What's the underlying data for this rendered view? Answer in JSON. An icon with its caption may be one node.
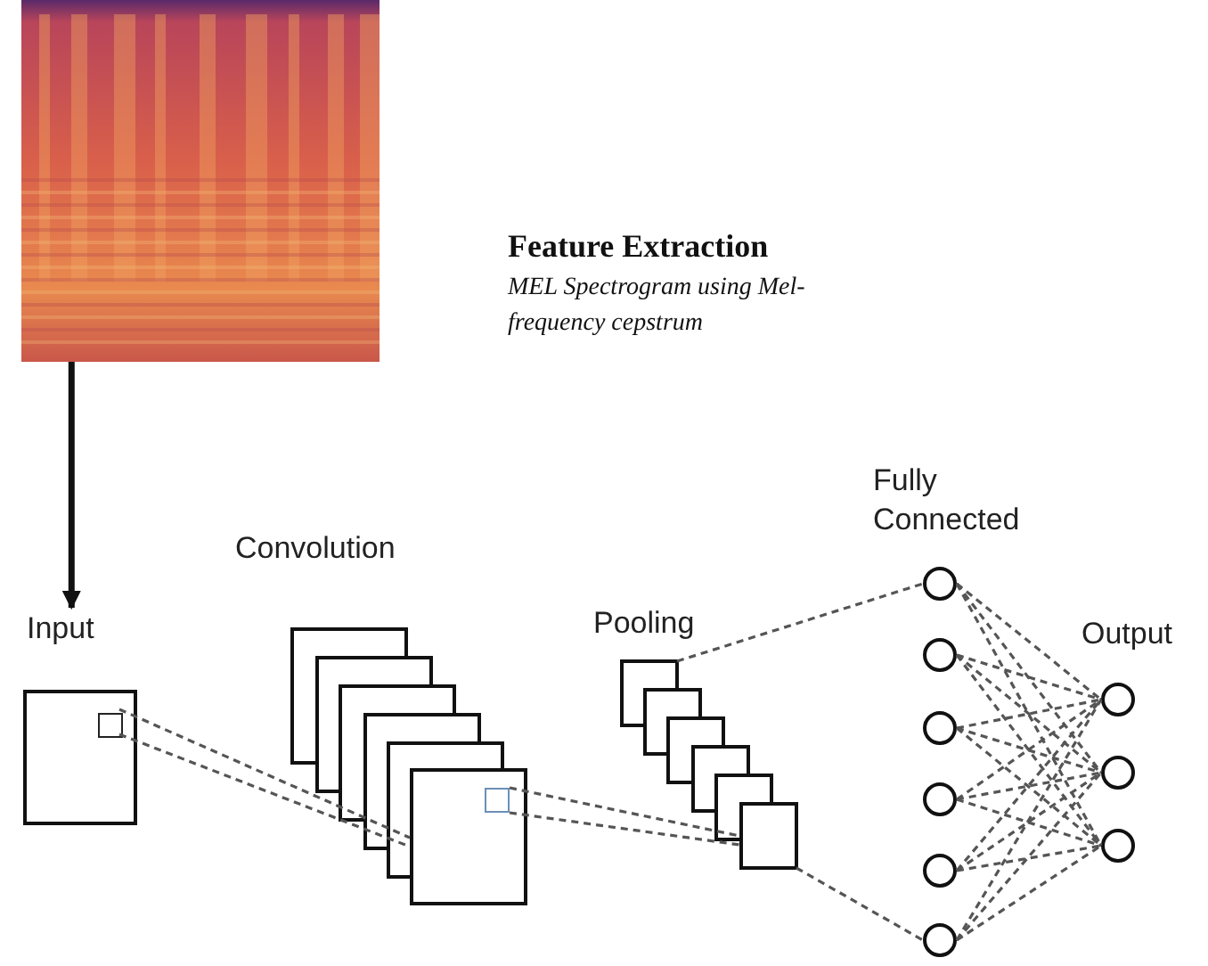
{
  "diagram": {
    "nodes": [
      {
        "text": [],
        "shape": "picture",
        "beside": [
          "Feature Extraction",
          "MEL Spectrogram using Mel-frequency cepstrum"
        ]
      },
      {
        "text": [
          "Input"
        ]
      },
      {
        "text": [],
        "shape": "box",
        "in": 1
      },
      {
        "text": [],
        "shape": "box"
      },
      {
        "text": [],
        "shape": "box",
        "in": 3
      },
      {
        "text": [],
        "shape": "box"
      },
      {
        "text": [],
        "shape": "circle"
      },
      {
        "text": [],
        "shape": "circle"
      },
      {
        "text": [],
        "shape": "circle"
      },
      {
        "text": [],
        "shape": "circle"
      },
      {
        "text": [],
        "shape": "circle"
      },
      {
        "text": [],
        "shape": "circle"
      },
      {
        "text": [],
        "shape": "circle"
      },
      {
        "text": [],
        "shape": "circle"
      },
      {
        "text": [],
        "shape": "circle"
      }
    ],
    "edges": [
      {
        "from": 0,
        "to": 1,
        "arrow": "to",
        "style": "thick"
      },
      {
        "from": 2,
        "to": 3,
        "arrow": "none",
        "style": "dashed"
      },
      {
        "from": 2,
        "to": 3,
        "arrow": "none",
        "style": "dashed"
      },
      {
        "from": 4,
        "to": 5,
        "arrow": "none",
        "style": "dashed"
      },
      {
        "from": 4,
        "to": 5,
        "arrow": "none",
        "style": "dashed"
      },
      {
        "from": 5,
        "to": 6,
        "arrow": "none",
        "style": "dashed"
      },
      {
        "from": 5,
        "to": 11,
        "arrow": "none",
        "style": "dashed"
      },
      {
        "from": 6,
        "to": 12,
        "arrow": "none",
        "style": "dashed"
      },
      {
        "from": 6,
        "to": 13,
        "arrow": "none",
        "style": "dashed"
      },
      {
        "from": 6,
        "to": 14,
        "arrow": "none",
        "style": "dashed"
      },
      {
        "from": 7,
        "to": 12,
        "arrow": "none",
        "style": "dashed"
      },
      {
        "from": 7,
        "to": 13,
        "arrow": "none",
        "style": "dashed"
      },
      {
        "from": 7,
        "to": 14,
        "arrow": "none",
        "style": "dashed"
      },
      {
        "from": 8,
        "to": 12,
        "arrow": "none",
        "style": "dashed"
      },
      {
        "from": 8,
        "to": 13,
        "arrow": "none",
        "style": "dashed"
      },
      {
        "from": 8,
        "to": 14,
        "arrow": "none",
        "style": "dashed"
      },
      {
        "from": 9,
        "to": 12,
        "arrow": "none",
        "style": "dashed"
      },
      {
        "from": 9,
        "to": 13,
        "arrow": "none",
        "style": "dashed"
      },
      {
        "from": 9,
        "to": 14,
        "arrow": "none",
        "style": "dashed"
      },
      {
        "from": 10,
        "to": 12,
        "arrow": "none",
        "style": "dashed"
      },
      {
        "from": 10,
        "to": 13,
        "arrow": "none",
        "style": "dashed"
      },
      {
        "from": 10,
        "to": 14,
        "arrow": "none",
        "style": "dashed"
      },
      {
        "from": 11,
        "to": 12,
        "arrow": "none",
        "style": "dashed"
      },
      {
        "from": 11,
        "to": 13,
        "arrow": "none",
        "style": "dashed"
      },
      {
        "from": 11,
        "to": 14,
        "arrow": "none",
        "style": "dashed"
      }
    ],
    "labels": [
      "Fully Connected",
      "Convolution",
      "Output",
      "Pooling"
    ]
  }
}
